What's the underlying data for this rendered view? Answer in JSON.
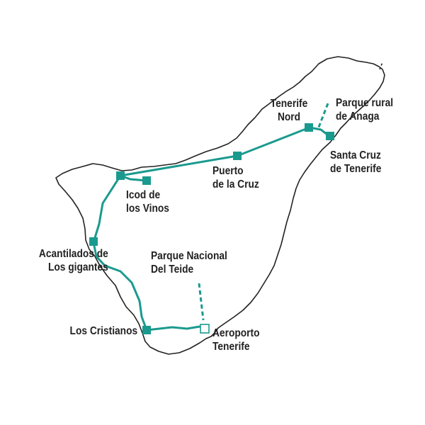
{
  "map": {
    "route_color": "#1a9a8e",
    "coast_color": "#222222",
    "places": {
      "tenerife_nord": "Tenerife\nNord",
      "parque_rural_anaga": "Parque rural\nde Anaga",
      "santa_cruz": "Santa Cruz\nde Tenerife",
      "puerto_de_la_cruz": "Puerto\nde la Cruz",
      "icod_de_los_vinos": "Icod de\nlos Vinos",
      "acantilados_los_gigantes": "Acantilados de\nLos gigantes",
      "parque_nacional_teide": "Parque Nacional\nDel Teide",
      "los_cristianos": "Los Cristianos",
      "aeroporto_tenerife": "Aeroporto\nTenerife"
    }
  }
}
